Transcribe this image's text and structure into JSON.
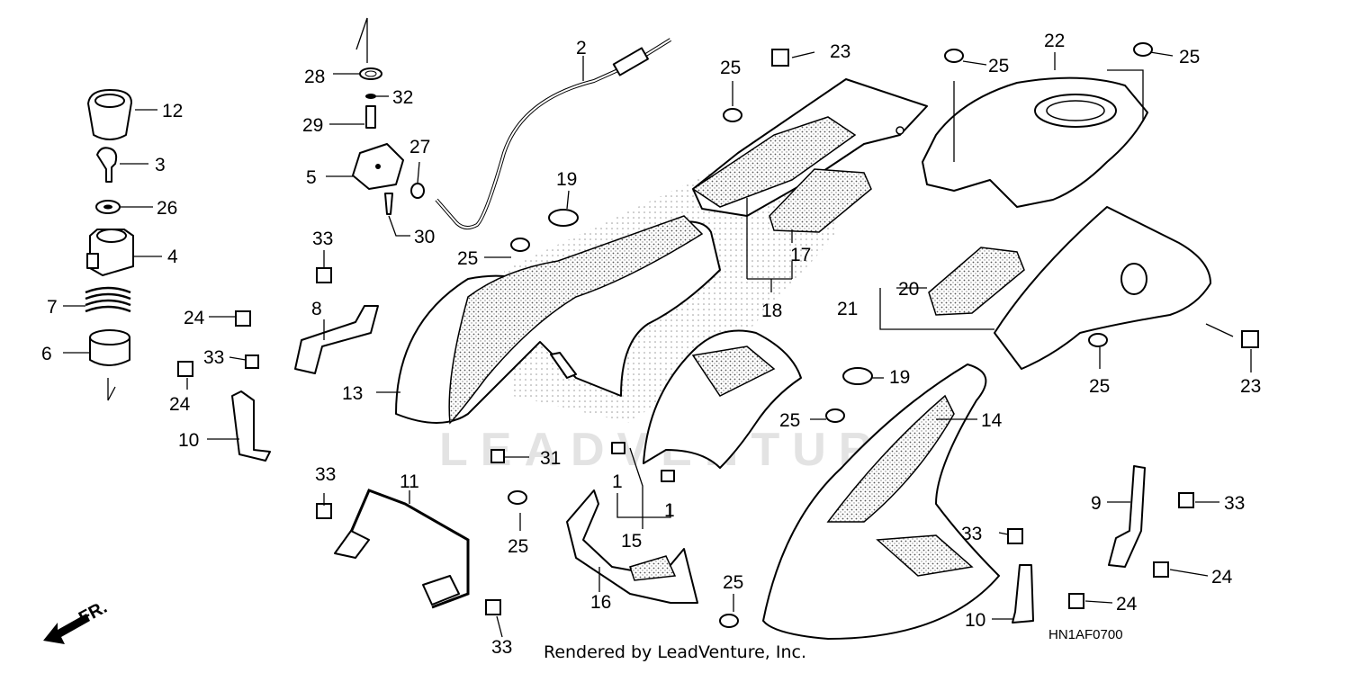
{
  "footer_text": "Rendered by LeadVenture, Inc.",
  "diagram_code": "HN1AF0700",
  "watermark_text": "LEADVENTURE",
  "front_indicator": "FR.",
  "callouts": [
    {
      "id": "c28",
      "label": "28"
    },
    {
      "id": "c2",
      "label": "2"
    },
    {
      "id": "c32",
      "label": "32"
    },
    {
      "id": "c29",
      "label": "29"
    },
    {
      "id": "c27",
      "label": "27"
    },
    {
      "id": "c5",
      "label": "5"
    },
    {
      "id": "c30",
      "label": "30"
    },
    {
      "id": "c12",
      "label": "12"
    },
    {
      "id": "c3",
      "label": "3"
    },
    {
      "id": "c26",
      "label": "26"
    },
    {
      "id": "c4",
      "label": "4"
    },
    {
      "id": "c7",
      "label": "7"
    },
    {
      "id": "c6",
      "label": "6"
    },
    {
      "id": "c33a",
      "label": "33"
    },
    {
      "id": "c8",
      "label": "8"
    },
    {
      "id": "c24a",
      "label": "24"
    },
    {
      "id": "c33b",
      "label": "33"
    },
    {
      "id": "c24b",
      "label": "24"
    },
    {
      "id": "c10a",
      "label": "10"
    },
    {
      "id": "c13",
      "label": "13"
    },
    {
      "id": "c25a",
      "label": "25"
    },
    {
      "id": "c19a",
      "label": "19"
    },
    {
      "id": "c25b",
      "label": "25"
    },
    {
      "id": "c23a",
      "label": "23"
    },
    {
      "id": "c17",
      "label": "17"
    },
    {
      "id": "c18",
      "label": "18"
    },
    {
      "id": "c31",
      "label": "31"
    },
    {
      "id": "c22",
      "label": "22"
    },
    {
      "id": "c25c",
      "label": "25"
    },
    {
      "id": "c25d",
      "label": "25"
    },
    {
      "id": "c20",
      "label": "20"
    },
    {
      "id": "c21",
      "label": "21"
    },
    {
      "id": "c25e",
      "label": "25"
    },
    {
      "id": "c23b",
      "label": "23"
    },
    {
      "id": "c19b",
      "label": "19"
    },
    {
      "id": "c25f",
      "label": "25"
    },
    {
      "id": "c14",
      "label": "14"
    },
    {
      "id": "c1a",
      "label": "1"
    },
    {
      "id": "c1b",
      "label": "1"
    },
    {
      "id": "c15",
      "label": "15"
    },
    {
      "id": "c33c",
      "label": "33"
    },
    {
      "id": "c11",
      "label": "11"
    },
    {
      "id": "c25g",
      "label": "25"
    },
    {
      "id": "c16",
      "label": "16"
    },
    {
      "id": "c25h",
      "label": "25"
    },
    {
      "id": "c33d",
      "label": "33"
    },
    {
      "id": "c9",
      "label": "9"
    },
    {
      "id": "c33e",
      "label": "33"
    },
    {
      "id": "c24c",
      "label": "24"
    },
    {
      "id": "c33f",
      "label": "33"
    },
    {
      "id": "c24d",
      "label": "24"
    },
    {
      "id": "c10b",
      "label": "10"
    }
  ]
}
